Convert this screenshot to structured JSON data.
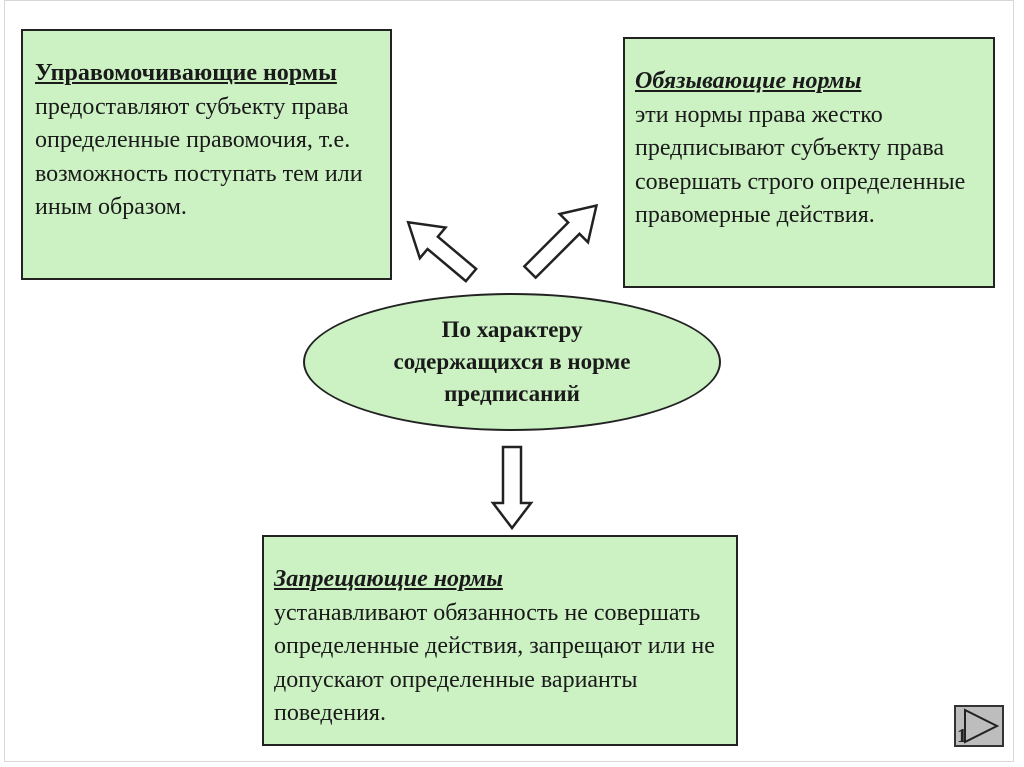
{
  "left_box": {
    "heading": "Управомочивающие нормы",
    "text": "предоставляют субъекту права определенные правомочия, т.е. возможность поступать тем или иным образом."
  },
  "right_box": {
    "heading": "Обязывающие нормы",
    "text": "эти нормы права жестко предписывают субъекту права совершать строго определенные правомерные действия."
  },
  "center": {
    "text": "По характеру содержащихся в норме предписаний"
  },
  "bottom_box": {
    "heading": "Запрещающие нормы",
    "text": "устанавливают обязанность не совершать определенные действия, запрещают или не допускают определенные варианты поведения."
  },
  "colors": {
    "box_fill": "#ccf2c4",
    "border": "#222222"
  },
  "nav": {
    "icon": "next-slide-icon",
    "page_number": "1"
  }
}
